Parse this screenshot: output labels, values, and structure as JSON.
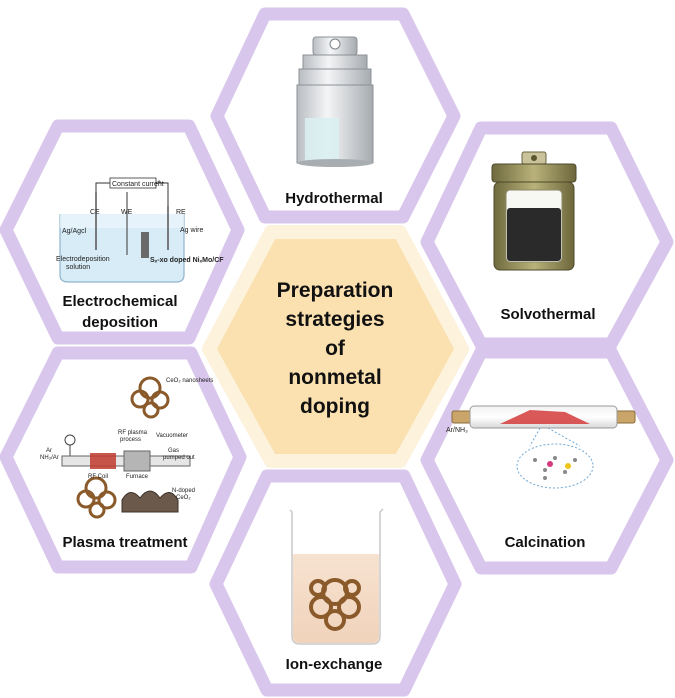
{
  "center": {
    "lines": [
      "Preparation",
      "strategies",
      "of",
      "nonmetal",
      "doping"
    ]
  },
  "strategies": {
    "hydrothermal": "Hydrothermal",
    "solvothermal": "Solvothermal",
    "calcination": "Calcination",
    "ion_exchange": "Ion-exchange",
    "plasma": "Plasma treatment",
    "electrochemical": [
      "Electrochemical",
      "deposition"
    ]
  },
  "electrochem_diagram": {
    "constant_current": "Constant current",
    "ce": "CE",
    "we": "WE",
    "re": "RE",
    "ref_electrode": "Ag/Agcl",
    "ag_wire": "Ag wire",
    "solution": [
      "Electrodeposition",
      "solution"
    ],
    "sample": "Sₓ-xo doped NiₓMo/CF"
  },
  "plasma_diagram": {
    "ceo2_nanosheets": "CeO₂ nanosheets",
    "rf_plasma": [
      "RF plasma",
      "process"
    ],
    "vacuometer": "Vacuometer",
    "gas_inlet": [
      "Ar",
      "NH₃/Ar"
    ],
    "gas_out": [
      "Gas",
      "pumped out"
    ],
    "rf_coil": "RF Coil",
    "furnace": "Furnace",
    "n_doped": [
      "N-doped",
      "CeO₂"
    ]
  },
  "calcination_diagram": {
    "gas": "Ar/NH₃"
  },
  "colors": {
    "hex_border": "#d9c6ec",
    "hex_fill": "#ffffff",
    "center_fill": "#fbe1b0",
    "center_border": "#fdf2dc"
  }
}
